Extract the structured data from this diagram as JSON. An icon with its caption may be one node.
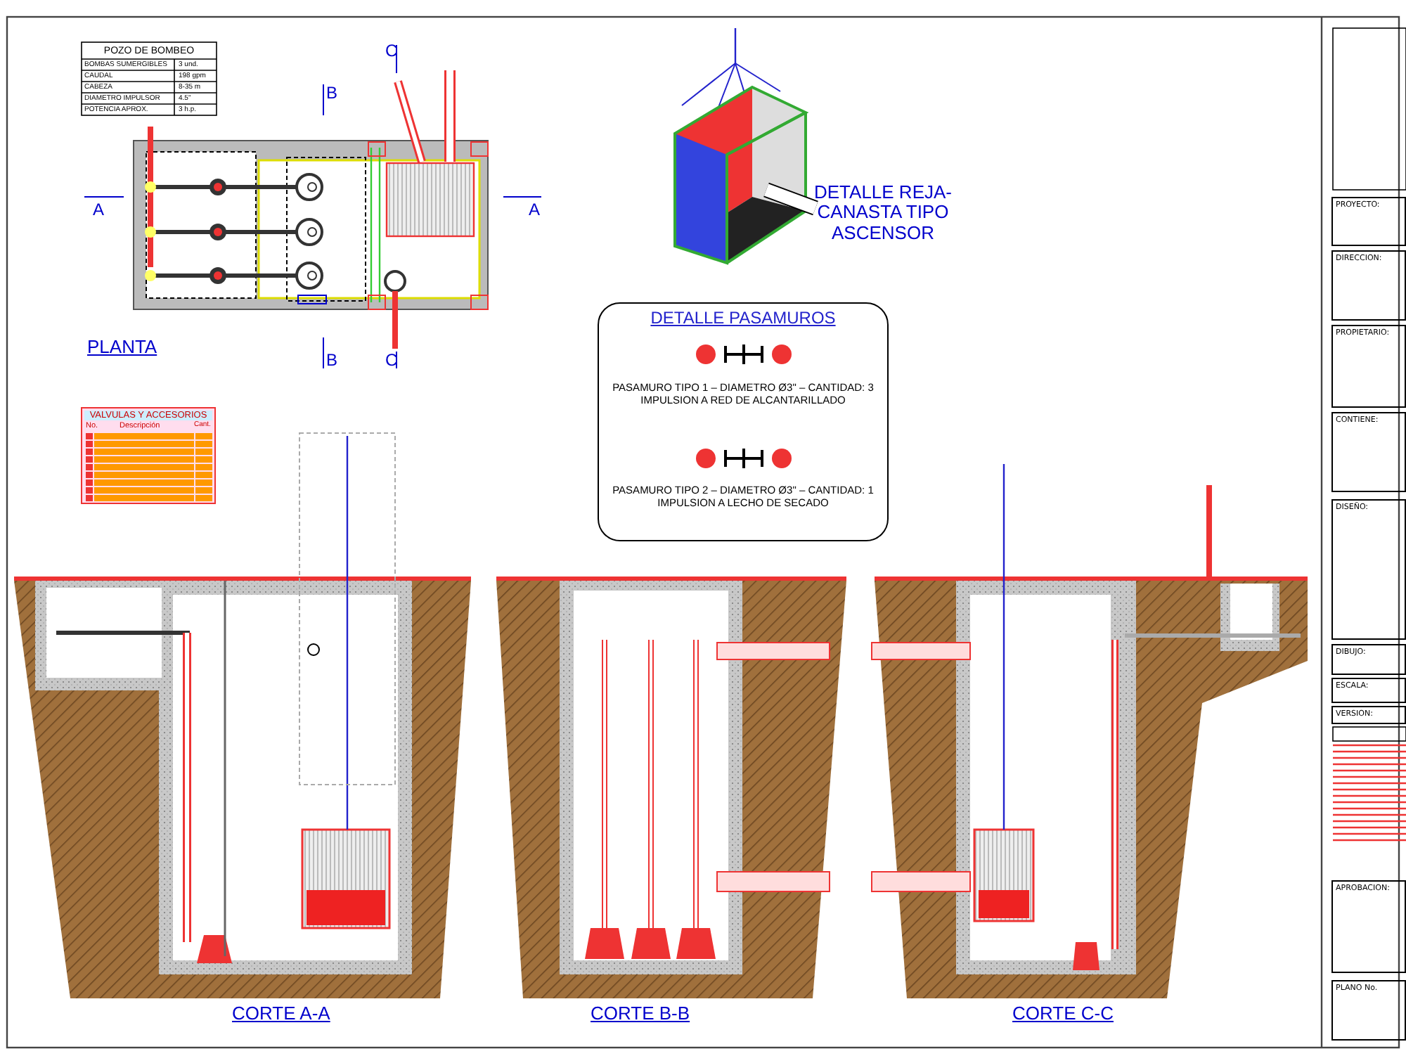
{
  "diagram": {
    "nodes": [
      {
        "text": [
          "DETALLE PASAMUROS",
          "PASAMURO TIPO 1 – DIAMETRO Ø3\" – CANTIDAD: 3 IMPULSION A RED DE ALCANTARILLADO",
          "PASAMURO TIPO 2 – DIAMETRO Ø3\" – CANTIDAD: 1 IMPULSION A LECHO DE SECADO"
        ]
      },
      {
        "text": [
          "PROYECTO:"
        ]
      },
      {
        "text": [
          "DIRECCION:"
        ]
      },
      {
        "text": [
          "PROPIETARIO:"
        ]
      },
      {
        "text": [
          "CONTIENE:"
        ]
      },
      {
        "text": [
          "DISEÑO:"
        ]
      },
      {
        "text": [
          "DIBUJO:"
        ]
      },
      {
        "text": [
          "ESCALA:"
        ]
      },
      {
        "text": [
          "VERSION:"
        ]
      },
      {
        "text": [
          "APROBACION:"
        ]
      },
      {
        "text": [
          "PLANO No."
        ]
      }
    ],
    "labels": [
      "POZO DE BOMBEO",
      "BOMBAS SUMERGIBLES",
      "3 und.",
      "CAUDAL",
      "198 gpm",
      "CABEZA",
      "8-35 m",
      "DIAMETRO IMPULSOR",
      "4.5\"",
      "POTENCIA APROX.",
      "3 h.p.",
      "C",
      "B",
      "A",
      "A",
      "PLANTA",
      "B",
      "C",
      "DETALLE REJA-CANASTA TIPO ASCENSOR",
      "VALVULAS Y ACCESORIOS",
      "No.",
      "Descripción",
      "Cant.",
      "CORTE A-A",
      "CORTE B-B",
      "CORTE C-C"
    ]
  }
}
